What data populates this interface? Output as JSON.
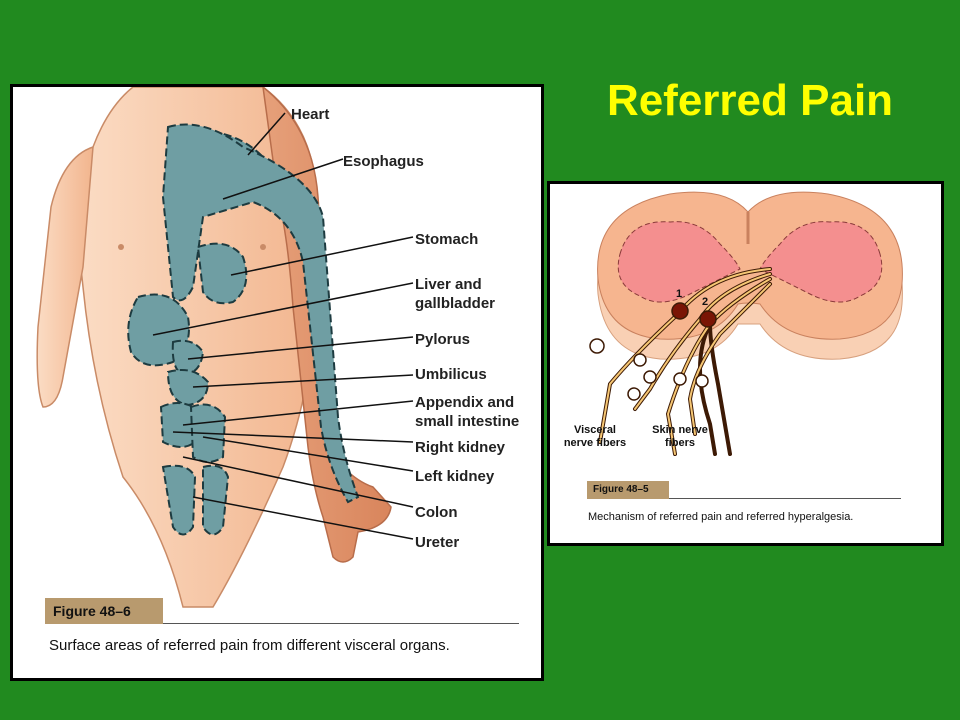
{
  "slide": {
    "title": "Referred Pain"
  },
  "left_figure": {
    "figure_label": "Figure 48–6",
    "caption": "Surface areas of referred pain from different visceral organs.",
    "organ_labels": [
      "Heart",
      "Esophagus",
      "Stomach",
      "Liver and",
      "gallbladder",
      "Pylorus",
      "Umbilicus",
      "Appendix and",
      "small intestine",
      "Right kidney",
      "Left kidney",
      "Colon",
      "Ureter"
    ]
  },
  "right_figure": {
    "figure_label": "Figure 48–5",
    "caption": "Mechanism of referred pain and referred hyperalgesia.",
    "neuron_1": "1",
    "neuron_2": "2",
    "visceral_label": [
      "Visceral",
      "nerve fibers"
    ],
    "skin_label": [
      "Skin nerve",
      "fibers"
    ]
  },
  "colors": {
    "background": "#218a1f",
    "title": "#ffff00",
    "skin": "#f4c5a5",
    "referred_area": "#6f9ea3",
    "spinal_gray": "#f48f8f"
  }
}
